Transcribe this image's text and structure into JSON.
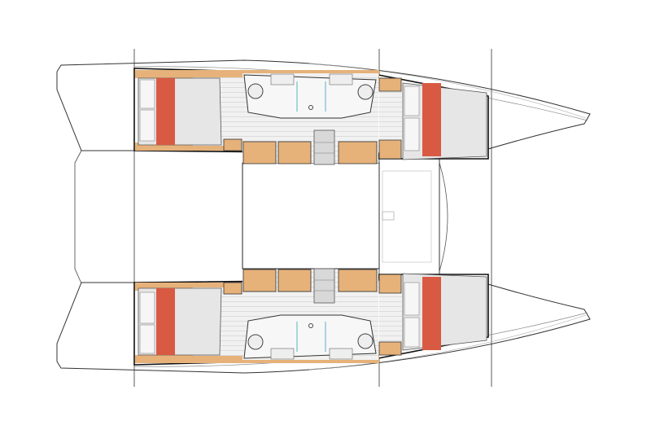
{
  "diagram": {
    "type": "catamaran-deck-layout",
    "hulls": 2,
    "cabins_per_hull": 2,
    "heads_per_hull": 2
  },
  "colors": {
    "berth_accent": "#d95a43",
    "woodwork": "#e6b27a",
    "floor": "#ececec",
    "outline": "#222222",
    "shower_glass": "#8ec9d6"
  }
}
